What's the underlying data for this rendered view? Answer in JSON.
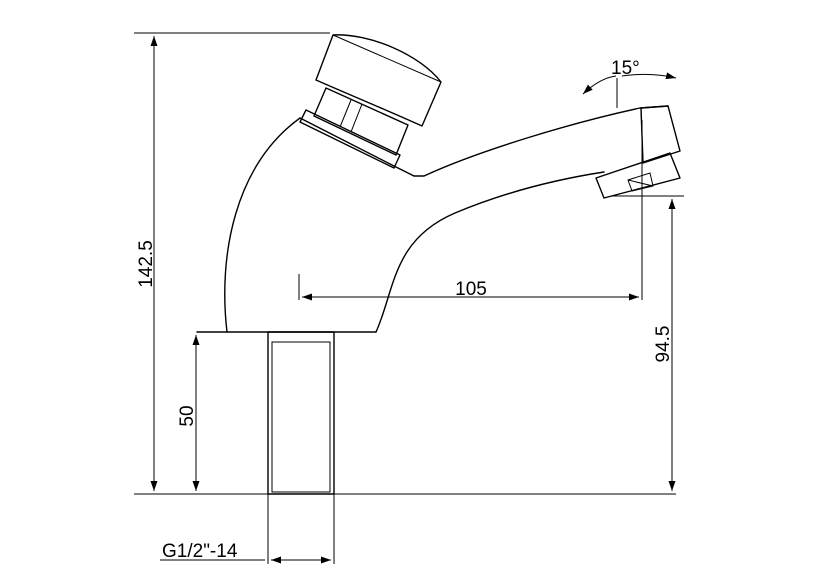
{
  "drawing": {
    "dimensions": {
      "total_height": "142.5",
      "base_height": "50",
      "outlet_height": "94.5",
      "spout_reach": "105",
      "spout_angle": "15°",
      "thread": "G1/2\"-14"
    }
  }
}
